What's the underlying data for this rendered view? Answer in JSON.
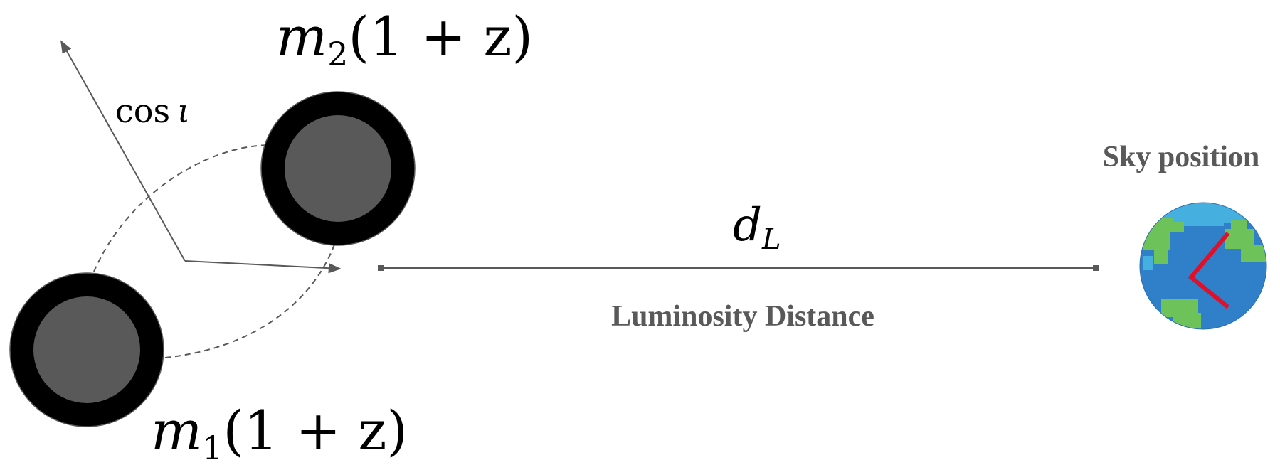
{
  "labels": {
    "m2": {
      "var": "m",
      "sub": "2",
      "rest": "(1 + z)"
    },
    "m1": {
      "var": "m",
      "sub": "1",
      "rest": "(1 + z)"
    },
    "cos": {
      "fn": "cos",
      "arg": "ι"
    },
    "dL": {
      "var": "d",
      "sub": "L"
    },
    "luminosity": "Luminosity Distance",
    "sky": "Sky position"
  },
  "colors": {
    "ink": "#000000",
    "gray_line": "#595959",
    "body_outer": "#000000",
    "body_inner": "#595959",
    "earth_ocean": "#2f80c8",
    "earth_ocean_light": "#45b0e0",
    "earth_land": "#6dc35a",
    "sky_marker": "#e0102a"
  },
  "icons": {
    "earth": "earth-globe-icon"
  }
}
